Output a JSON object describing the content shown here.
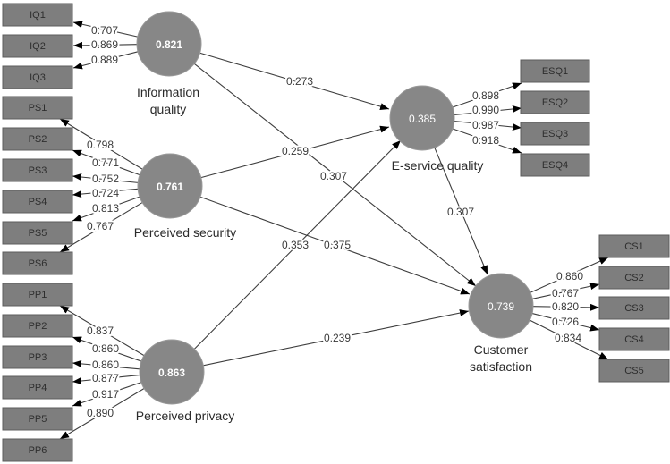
{
  "diagram": {
    "title": "",
    "constructs": [
      {
        "id": "IQ",
        "name": "Information quality",
        "label_lines": [
          "Information",
          "quality"
        ],
        "value": "0.821"
      },
      {
        "id": "PS",
        "name": "Perceived security",
        "label_lines": [
          "Perceived security"
        ],
        "value": "0.761"
      },
      {
        "id": "PP",
        "name": "Perceived privacy",
        "label_lines": [
          "Perceived privacy"
        ],
        "value": "0.863"
      },
      {
        "id": "ESQ",
        "name": "E-service quality",
        "label_lines": [
          "E-service quality"
        ],
        "value": "0.385"
      },
      {
        "id": "CS",
        "name": "Customer satisfaction",
        "label_lines": [
          "Customer",
          "satisfaction"
        ],
        "value": "0.739"
      }
    ],
    "indicators": [
      {
        "name": "IQ1",
        "construct": "IQ",
        "loading": "0.707"
      },
      {
        "name": "IQ2",
        "construct": "IQ",
        "loading": "0.869"
      },
      {
        "name": "IQ3",
        "construct": "IQ",
        "loading": "0.889"
      },
      {
        "name": "PS1",
        "construct": "PS",
        "loading": "0.798"
      },
      {
        "name": "PS2",
        "construct": "PS",
        "loading": "0.771"
      },
      {
        "name": "PS3",
        "construct": "PS",
        "loading": "0.752"
      },
      {
        "name": "PS4",
        "construct": "PS",
        "loading": "0.724"
      },
      {
        "name": "PS5",
        "construct": "PS",
        "loading": "0.813"
      },
      {
        "name": "PS6",
        "construct": "PS",
        "loading": "0.767"
      },
      {
        "name": "PP1",
        "construct": "PP",
        "loading": "0.837"
      },
      {
        "name": "PP2",
        "construct": "PP",
        "loading": "0.860"
      },
      {
        "name": "PP3",
        "construct": "PP",
        "loading": "0.860"
      },
      {
        "name": "PP4",
        "construct": "PP",
        "loading": "0.877"
      },
      {
        "name": "PP5",
        "construct": "PP",
        "loading": "0.917"
      },
      {
        "name": "PP6",
        "construct": "PP",
        "loading": "0.890"
      },
      {
        "name": "ESQ1",
        "construct": "ESQ",
        "loading": "0.898"
      },
      {
        "name": "ESQ2",
        "construct": "ESQ",
        "loading": "0.990"
      },
      {
        "name": "ESQ3",
        "construct": "ESQ",
        "loading": "0.987"
      },
      {
        "name": "ESQ4",
        "construct": "ESQ",
        "loading": "0.918"
      },
      {
        "name": "CS1",
        "construct": "CS",
        "loading": "0.860"
      },
      {
        "name": "CS2",
        "construct": "CS",
        "loading": "0.767"
      },
      {
        "name": "CS3",
        "construct": "CS",
        "loading": "0.820"
      },
      {
        "name": "CS4",
        "construct": "CS",
        "loading": "0.726"
      },
      {
        "name": "CS5",
        "construct": "CS",
        "loading": "0.834"
      }
    ],
    "paths": [
      {
        "from": "IQ",
        "to": "ESQ",
        "coefficient": "0.273"
      },
      {
        "from": "PS",
        "to": "ESQ",
        "coefficient": "0.259"
      },
      {
        "from": "PP",
        "to": "ESQ",
        "coefficient": "0.353"
      },
      {
        "from": "IQ",
        "to": "CS",
        "coefficient": "0.307"
      },
      {
        "from": "PS",
        "to": "CS",
        "coefficient": "0.375"
      },
      {
        "from": "PP",
        "to": "CS",
        "coefficient": "0.239"
      },
      {
        "from": "ESQ",
        "to": "CS",
        "coefficient": "0.307"
      }
    ]
  },
  "colors": {
    "construct_fill": "#878787",
    "construct_edge": "#9a9a9a",
    "indicator_fill": "#7e7e7e",
    "indicator_border": "#5c5c5c",
    "line": "#3d3d3d",
    "arrowhead": "#000000"
  }
}
